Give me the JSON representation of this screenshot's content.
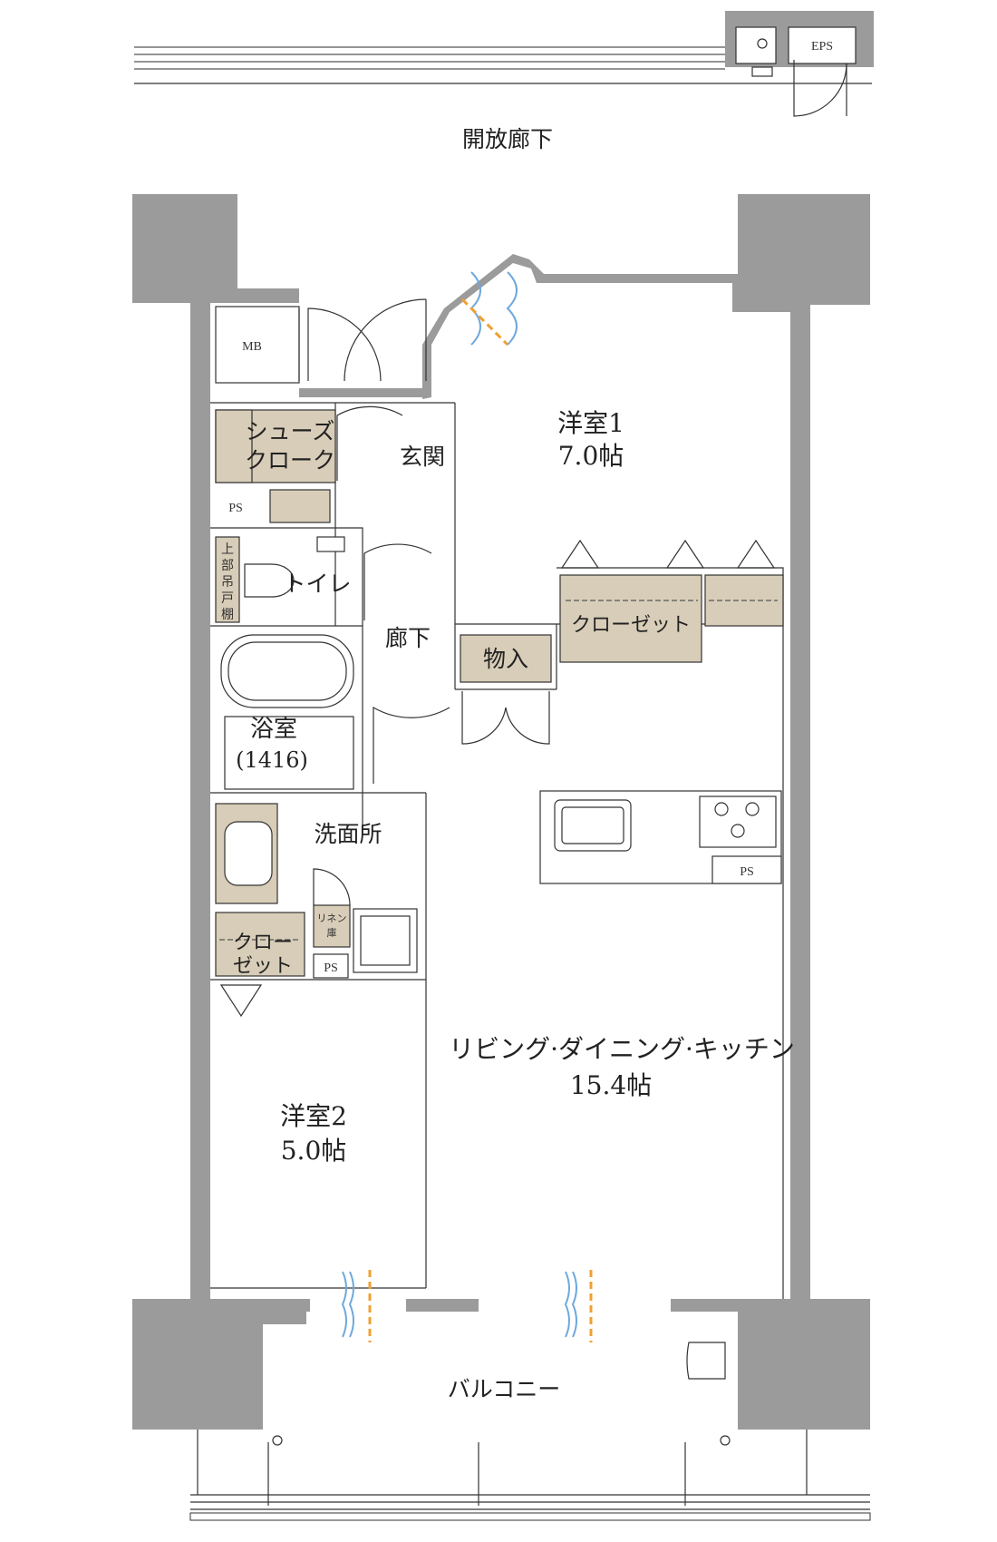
{
  "floor_plan": {
    "corridor": "開放廊下",
    "eps": "EPS",
    "mb": "MB",
    "shoe_closet_line1": "シューズ",
    "shoe_closet_line2": "クローク",
    "ps_labels": [
      "PS",
      "PS",
      "PS"
    ],
    "entrance": "玄関",
    "western_room_1": {
      "name": "洋室1",
      "size": "7.0帖"
    },
    "toilet": "トイレ",
    "toilet_shelf": [
      "上",
      "部",
      "吊",
      "戸",
      "棚"
    ],
    "hallway": "廊下",
    "storage": "物入",
    "closet_1": "クローゼット",
    "bathroom": "浴室",
    "bathroom_size": "(1416)",
    "washroom": "洗面所",
    "linen_line1": "リネン",
    "linen_line2": "庫",
    "closet_2_line1": "クロー",
    "closet_2_line2": "ゼット",
    "ldk": {
      "name": "リビング·ダイニング·キッチン",
      "size": "15.4帖"
    },
    "western_room_2": {
      "name": "洋室2",
      "size": "5.0帖"
    },
    "balcony": "バルコニー"
  },
  "colors": {
    "wall": "#9b9b9b",
    "closet_fill": "#d8cdb8",
    "airflow_blue": "#6fa8dc",
    "airflow_orange": "#f0a030"
  }
}
